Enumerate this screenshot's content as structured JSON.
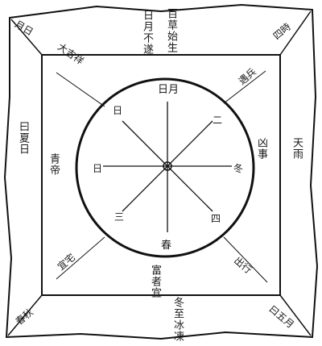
{
  "board": {
    "center_ring_glyphs": {
      "top": "日月",
      "bottom": "春",
      "left": "日",
      "right": "冬",
      "top_left": "日",
      "top_right": "二",
      "bottom_left": "三",
      "bottom_right": "四"
    },
    "inner_band": {
      "top": "日月不遂",
      "bottom": "富者宜",
      "left": "青帝",
      "right": "凶事",
      "top_left": "大吉祥",
      "top_right": "遇兵",
      "bottom_left": "宜宅",
      "bottom_right": "出行"
    },
    "outer_band": {
      "top": "百草始生",
      "bottom": "冬至冰凍",
      "left": "曰夏日",
      "right": "天雨",
      "top_left": "月日",
      "top_right": "四時",
      "bottom_left": "春秋",
      "bottom_right": "曰五月"
    }
  }
}
